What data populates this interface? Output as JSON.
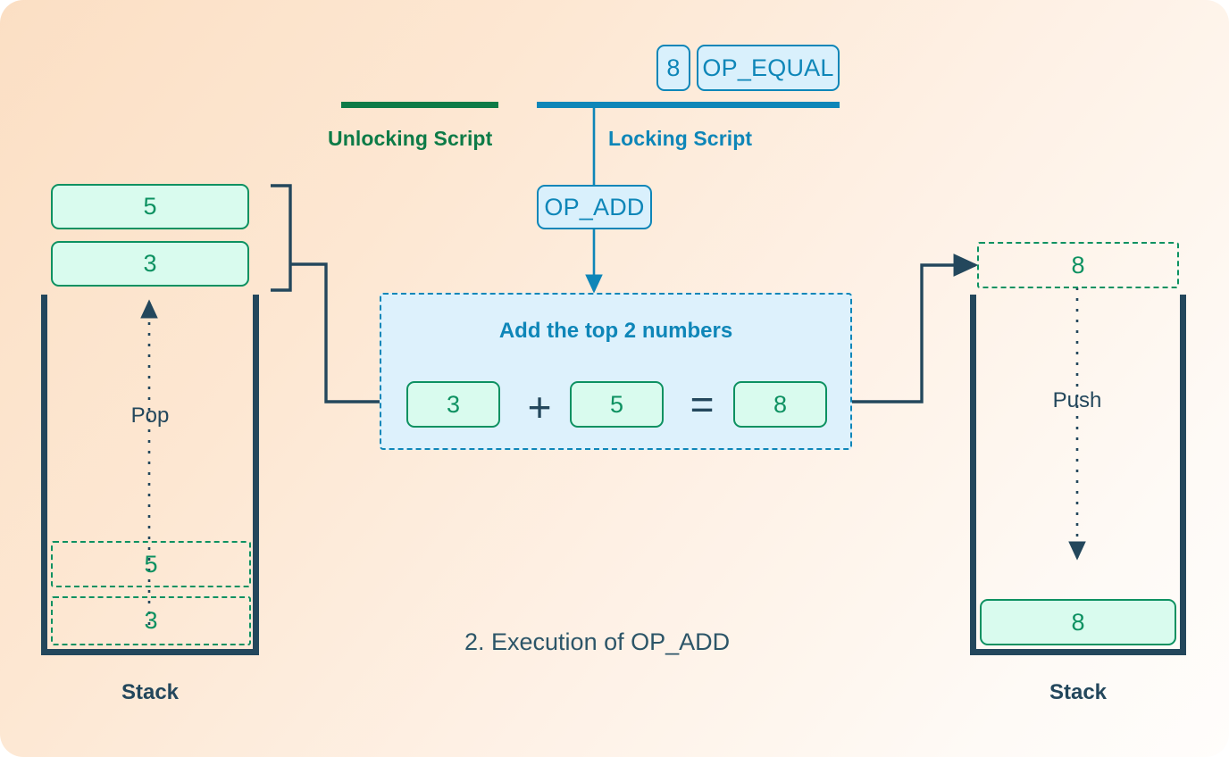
{
  "diagram": {
    "caption": "2. Execution of OP_ADD",
    "colors": {
      "green": "#0d9161",
      "green_dark": "#0d7b47",
      "blue": "#0e86b8",
      "navy": "#23475c",
      "panel_fill": "#ddf1fc",
      "chip_fill": "#d9f0fc",
      "value_fill": "#d9fbee"
    }
  },
  "scripts": {
    "unlocking": {
      "label": "Unlocking Script"
    },
    "locking": {
      "label": "Locking Script",
      "pending_ops": [
        {
          "text": "8"
        },
        {
          "text": "OP_EQUAL"
        }
      ],
      "current_op": {
        "text": "OP_ADD"
      }
    }
  },
  "left_stack": {
    "caption": "Stack",
    "operation": "Pop",
    "popped_items": [
      {
        "value": "5"
      },
      {
        "value": "3"
      }
    ],
    "ghost_items": [
      {
        "value": "5"
      },
      {
        "value": "3"
      }
    ]
  },
  "compute": {
    "title": "Add the top 2 numbers",
    "operand_a": "3",
    "operator": "+",
    "operand_b": "5",
    "equals": "=",
    "result": "8"
  },
  "right_stack": {
    "caption": "Stack",
    "operation": "Push",
    "incoming_item": {
      "value": "8"
    },
    "items": [
      {
        "value": "8"
      }
    ]
  }
}
